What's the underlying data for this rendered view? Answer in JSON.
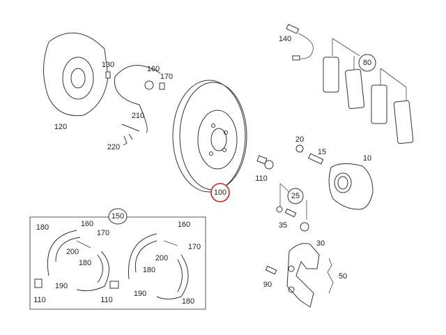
{
  "diagram": {
    "highlight_color": "#d42020",
    "highlighted_part": "100",
    "main_labels": {
      "p120": "120",
      "p130": "130",
      "p160": "160",
      "p170": "170",
      "p210": "210",
      "p220": "220",
      "p100": "100",
      "p140": "140",
      "p80": "80",
      "p20": "20",
      "p15": "15",
      "p10": "10",
      "p110": "110",
      "p25": "25",
      "p35": "35",
      "p30": "30",
      "p50": "50",
      "p90": "90"
    },
    "kit_label": "150",
    "inset_labels": {
      "l180a": "180",
      "l160a": "160",
      "l170a": "170",
      "l200a": "200",
      "l180b": "180",
      "l190a": "190",
      "l110a": "110",
      "l110b": "110",
      "l160b": "160",
      "l170b": "170",
      "l200b": "200",
      "l180c": "180",
      "l190b": "190",
      "l180d": "180"
    }
  }
}
